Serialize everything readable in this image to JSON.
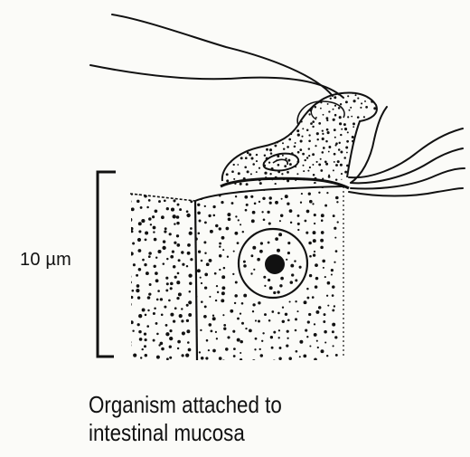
{
  "scale": {
    "label": "10 µm"
  },
  "caption": {
    "line1": "Organism attached to",
    "line2": "intestinal mucosa"
  }
}
